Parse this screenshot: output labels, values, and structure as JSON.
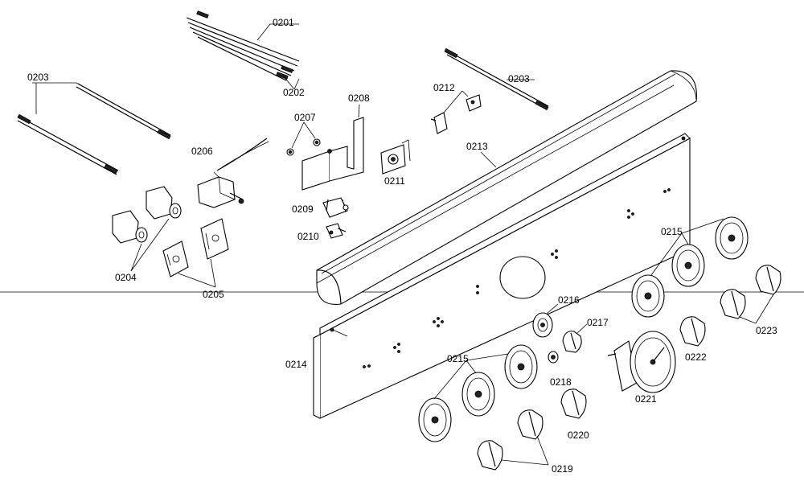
{
  "labels": {
    "p0201": "0201",
    "p0202": "0202",
    "p0203a": "0203",
    "p0203b": "0203",
    "p0204": "0204",
    "p0205": "0205",
    "p0206": "0206",
    "p0207": "0207",
    "p0208": "0208",
    "p0209": "0209",
    "p0210": "0210",
    "p0211": "0211",
    "p0212": "0212",
    "p0213": "0213",
    "p0214": "0214",
    "p0215a": "0215",
    "p0215b": "0215",
    "p0216": "0216",
    "p0217": "0217",
    "p0218": "0218",
    "p0219": "0219",
    "p0220": "0220",
    "p0221": "0221",
    "p0222": "0222",
    "p0223": "0223"
  }
}
